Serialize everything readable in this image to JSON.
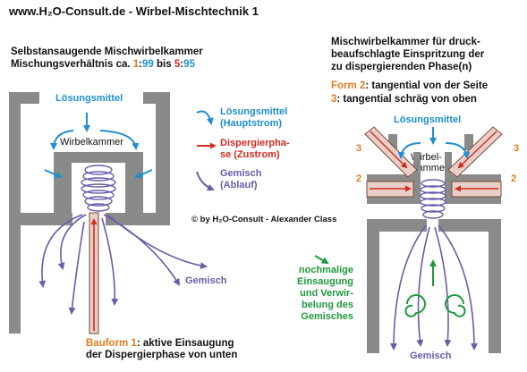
{
  "header": {
    "title": "www.H₂O-Consult.de - Wirbel-Mischtechnik 1"
  },
  "left": {
    "heading_line1": "Selbstansaugende Mischwirbelkammer",
    "ratio_prefix": "Mischungsverhältnis ca. ",
    "ratio_a1": "1",
    "ratio_sep1": ":",
    "ratio_b1": "99",
    "ratio_mid": " bis ",
    "ratio_a2": "5",
    "ratio_sep2": ":",
    "ratio_b2": "95",
    "inlet_label": "Lösungsmittel",
    "chamber_label": "Wirbelkammer",
    "outflow_label": "Gemisch",
    "bauform_label": "Bauform 1",
    "bauform_text_line1": ": aktive Einsaugung",
    "bauform_text_line2": "der Dispergierphase von unten"
  },
  "legend": {
    "main_line1": "Lösungsmittel",
    "main_line2": "(Hauptstrom)",
    "disp_line1": "Dispergierpha-",
    "disp_line2": "se (Zustrom)",
    "mix_line1": "Gemisch",
    "mix_line2": "(Ablauf)",
    "copyright": "© by H₂O-Consult - Alexander Class"
  },
  "right": {
    "heading_line1": "Mischwirbelkammer für druck-",
    "heading_line2": "beaufschlagte Einspritzung der",
    "heading_line3": "zu dispergierenden Phase(n)",
    "form2_label": "Form 2",
    "form2_text": ": tangential von der Seite",
    "form3_label": "3",
    "form3_text": ": tangential schräg von oben",
    "inlet_label": "Lösungsmittel",
    "chamber_line1": "Wirbel-",
    "chamber_line2": "kammer",
    "num_3_left": "3",
    "num_3_right": "3",
    "num_2_left": "2",
    "num_2_right": "2",
    "outflow_label": "Gemisch"
  },
  "middle": {
    "note_line1": "nochmalige",
    "note_line2": "Einsaugung",
    "note_line3": "und Verwir-",
    "note_line4": "belung des",
    "note_line5": "Gemisches"
  },
  "colors": {
    "solvent": "#1f8fd0",
    "dispersed": "#d42a1f",
    "mixture": "#6b5ba8",
    "form": "#e07b1e",
    "note": "#1e9a3c",
    "wall": "#8a8a8a"
  }
}
